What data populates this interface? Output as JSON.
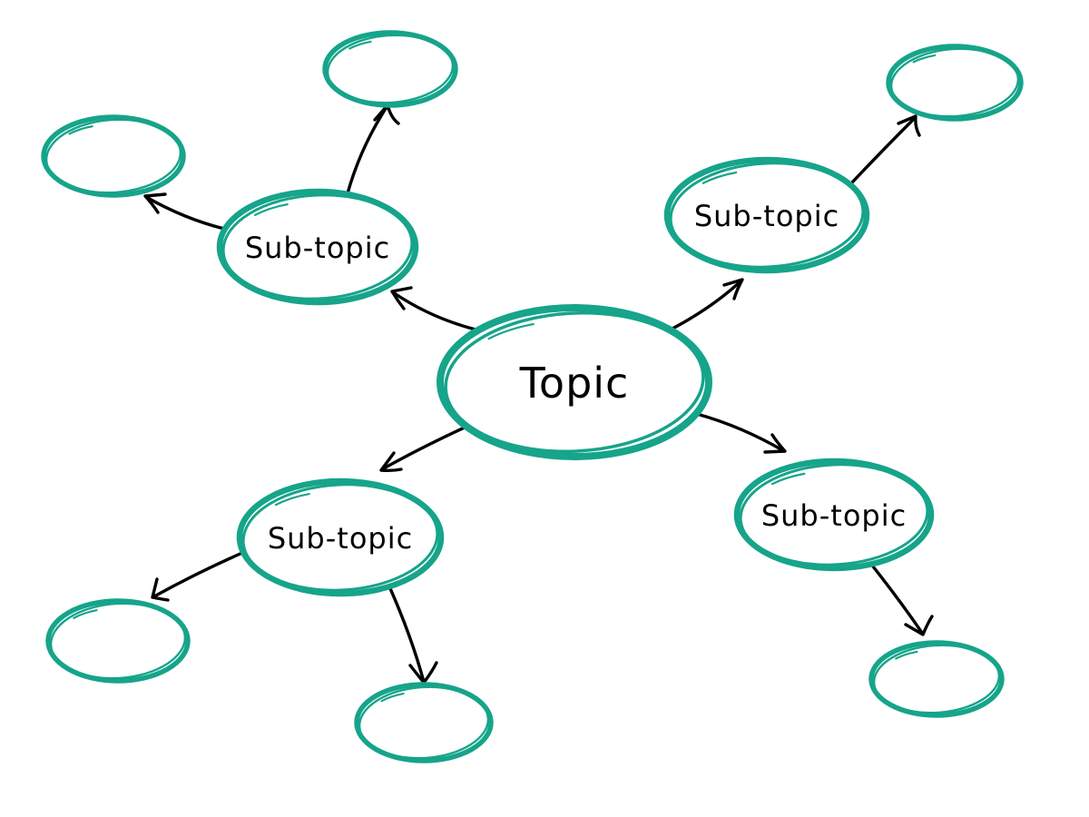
{
  "diagram": {
    "type": "mind-map"
  },
  "colors": {
    "background": "#ffffff",
    "node_stroke": "#16a48a",
    "node_fill": "#ffffff",
    "arrow": "#000000",
    "label": "#000000"
  },
  "nodes": [
    {
      "id": "topic",
      "label": "Topic",
      "role": "central"
    },
    {
      "id": "subtopic-top-left",
      "label": "Sub-topic",
      "role": "subtopic"
    },
    {
      "id": "subtopic-top-right",
      "label": "Sub-topic",
      "role": "subtopic"
    },
    {
      "id": "subtopic-bottom-left",
      "label": "Sub-topic",
      "role": "subtopic"
    },
    {
      "id": "subtopic-bottom-right",
      "label": "Sub-topic",
      "role": "subtopic"
    },
    {
      "id": "leaf-far-left",
      "label": "",
      "role": "leaf"
    },
    {
      "id": "leaf-top",
      "label": "",
      "role": "leaf"
    },
    {
      "id": "leaf-top-right",
      "label": "",
      "role": "leaf"
    },
    {
      "id": "leaf-bottom-left",
      "label": "",
      "role": "leaf"
    },
    {
      "id": "leaf-bottom-middle",
      "label": "",
      "role": "leaf"
    },
    {
      "id": "leaf-bottom-right",
      "label": "",
      "role": "leaf"
    }
  ],
  "edges": [
    {
      "from": "topic",
      "to": "subtopic-top-left"
    },
    {
      "from": "topic",
      "to": "subtopic-top-right"
    },
    {
      "from": "topic",
      "to": "subtopic-bottom-left"
    },
    {
      "from": "topic",
      "to": "subtopic-bottom-right"
    },
    {
      "from": "subtopic-top-left",
      "to": "leaf-far-left"
    },
    {
      "from": "subtopic-top-left",
      "to": "leaf-top"
    },
    {
      "from": "subtopic-top-right",
      "to": "leaf-top-right"
    },
    {
      "from": "subtopic-bottom-left",
      "to": "leaf-bottom-left"
    },
    {
      "from": "subtopic-bottom-left",
      "to": "leaf-bottom-middle"
    },
    {
      "from": "subtopic-bottom-right",
      "to": "leaf-bottom-right"
    }
  ]
}
